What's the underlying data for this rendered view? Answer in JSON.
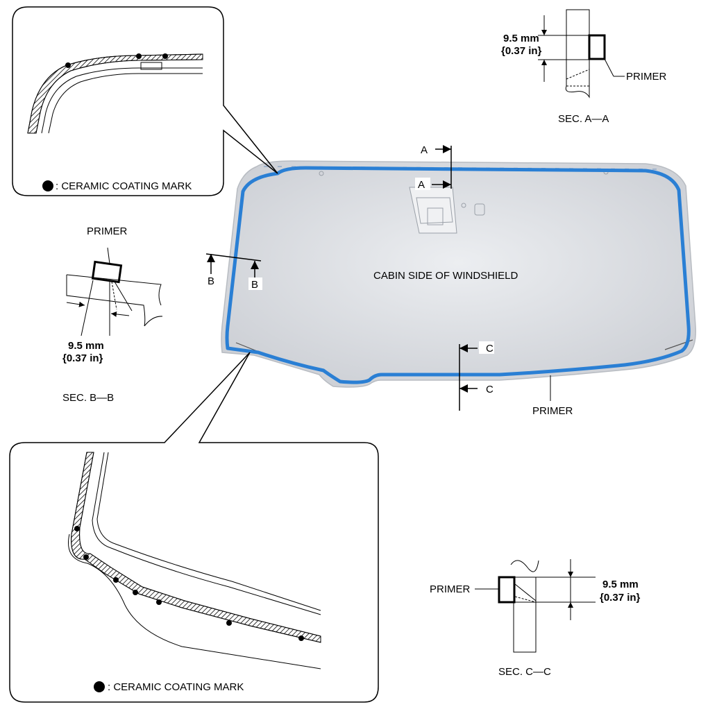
{
  "windshield": {
    "label": "CABIN SIDE OF WINDSHIELD",
    "primer_label": "PRIMER",
    "primer_color": "#2a7fd4",
    "glass_color": "#d4d7dc"
  },
  "section_markers": {
    "a": "A",
    "b": "B",
    "c": "C"
  },
  "sec_a": {
    "title": "SEC. A—A",
    "dim_line1": "9.5 mm",
    "dim_line2": "{0.37 in}",
    "primer_label": "PRIMER"
  },
  "sec_b": {
    "title": "SEC. B—B",
    "dim_line1": "9.5 mm",
    "dim_line2": "{0.37 in}",
    "primer_label": "PRIMER"
  },
  "sec_c": {
    "title": "SEC. C—C",
    "dim_line1": "9.5 mm",
    "dim_line2": "{0.37 in}",
    "primer_label": "PRIMER"
  },
  "detail_top": {
    "legend": ": CERAMIC COATING MARK"
  },
  "detail_bottom": {
    "legend": ": CERAMIC COATING MARK"
  }
}
